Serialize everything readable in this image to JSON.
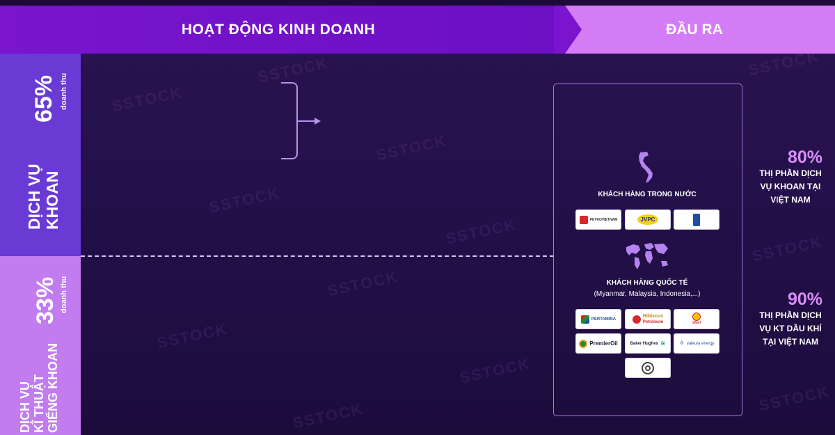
{
  "header": {
    "left_title": "HOẠT ĐỘNG KINH DOANH",
    "right_title": "ĐẦU RA"
  },
  "segments": [
    {
      "percent": "65%",
      "revenue_label": "doanh thu",
      "name_lines": [
        "DỊCH VỤ",
        "KHOAN"
      ]
    },
    {
      "percent": "33%",
      "revenue_label": "doanh thu",
      "name_lines": [
        "DỊCH VỤ",
        "KĨ THUẬT",
        "GIẾNG KHOAN"
      ]
    }
  ],
  "output": {
    "domestic_label": "KHÁCH HÀNG TRONG NƯỚC",
    "international_label": "KHÁCH HÀNG QUỐC TẾ",
    "international_sub": "(Myanmar, Malaysia, Indonesia,...)",
    "domestic_logos": [
      "PETROVIETNAM",
      "JVPC",
      "Logo"
    ],
    "international_logos": [
      "PERTAMINA",
      "Hibiscus",
      "Petroleum",
      "Shell",
      "PremierOil",
      "Baker Hughes",
      "valeura energy"
    ]
  },
  "stats": [
    {
      "percent": "80%",
      "lines": [
        "THỊ PHẦN DỊCH",
        "VỤ KHOAN TẠI"
      ],
      "last_pre": "V",
      "last_hl": "I",
      "last_post": "ỆT NAM"
    },
    {
      "percent": "90%",
      "lines": [
        "THỊ PHẦN DỊCH",
        "VỤ KT DẦU KHÍ",
        "TẠI VIỆT NAM"
      ]
    }
  ],
  "watermark": "SSTOCK",
  "colors": {
    "header_left": "#7a14cf",
    "header_right": "#d47cf5",
    "segment1": "#6a3ad4",
    "segment2": "#c27cf0",
    "stat_accent": "#d98cf8"
  }
}
